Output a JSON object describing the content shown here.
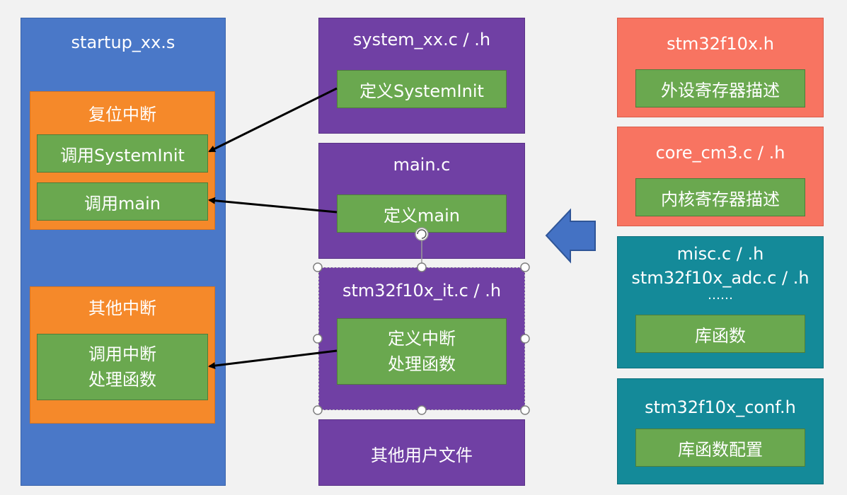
{
  "startup": {
    "title": "startup_xx.s",
    "reset": {
      "title": "复位中断",
      "call_systeminit": "调用SystemInit",
      "call_main": "调用main"
    },
    "other": {
      "title": "其他中断",
      "call_handler": "调用中断\n处理函数"
    }
  },
  "system_file": {
    "title": "system_xx.c / .h",
    "define": "定义SystemInit"
  },
  "main_file": {
    "title": "main.c",
    "define": "定义main"
  },
  "it_file": {
    "title": "stm32f10x_it.c / .h",
    "define": "定义中断\n处理函数"
  },
  "user_files": {
    "title": "其他用户文件"
  },
  "stm32_header": {
    "title": "stm32f10x.h",
    "desc": "外设寄存器描述"
  },
  "core_file": {
    "title": "core_cm3.c / .h",
    "desc": "内核寄存器描述"
  },
  "lib_files": {
    "line1": "misc.c / .h",
    "line2": "stm32f10x_adc.c / .h",
    "line3": "……",
    "desc": "库函数"
  },
  "conf_file": {
    "title": "stm32f10x_conf.h",
    "desc": "库函数配置"
  },
  "colors": {
    "startup_blue": "#4a78c8",
    "interrupt_orange": "#f5892a",
    "user_purple": "#7040a4",
    "register_salmon": "#f87461",
    "library_teal": "#148a99",
    "function_green": "#6aa84f",
    "arrow_blue": "#4472c4"
  }
}
